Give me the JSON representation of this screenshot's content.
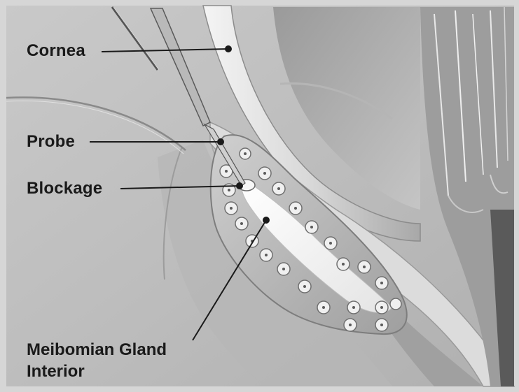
{
  "labels": {
    "cornea": "Cornea",
    "probe": "Probe",
    "blockage": "Blockage",
    "gland_line1": "Meibomian Gland",
    "gland_line2": "Interior"
  }
}
